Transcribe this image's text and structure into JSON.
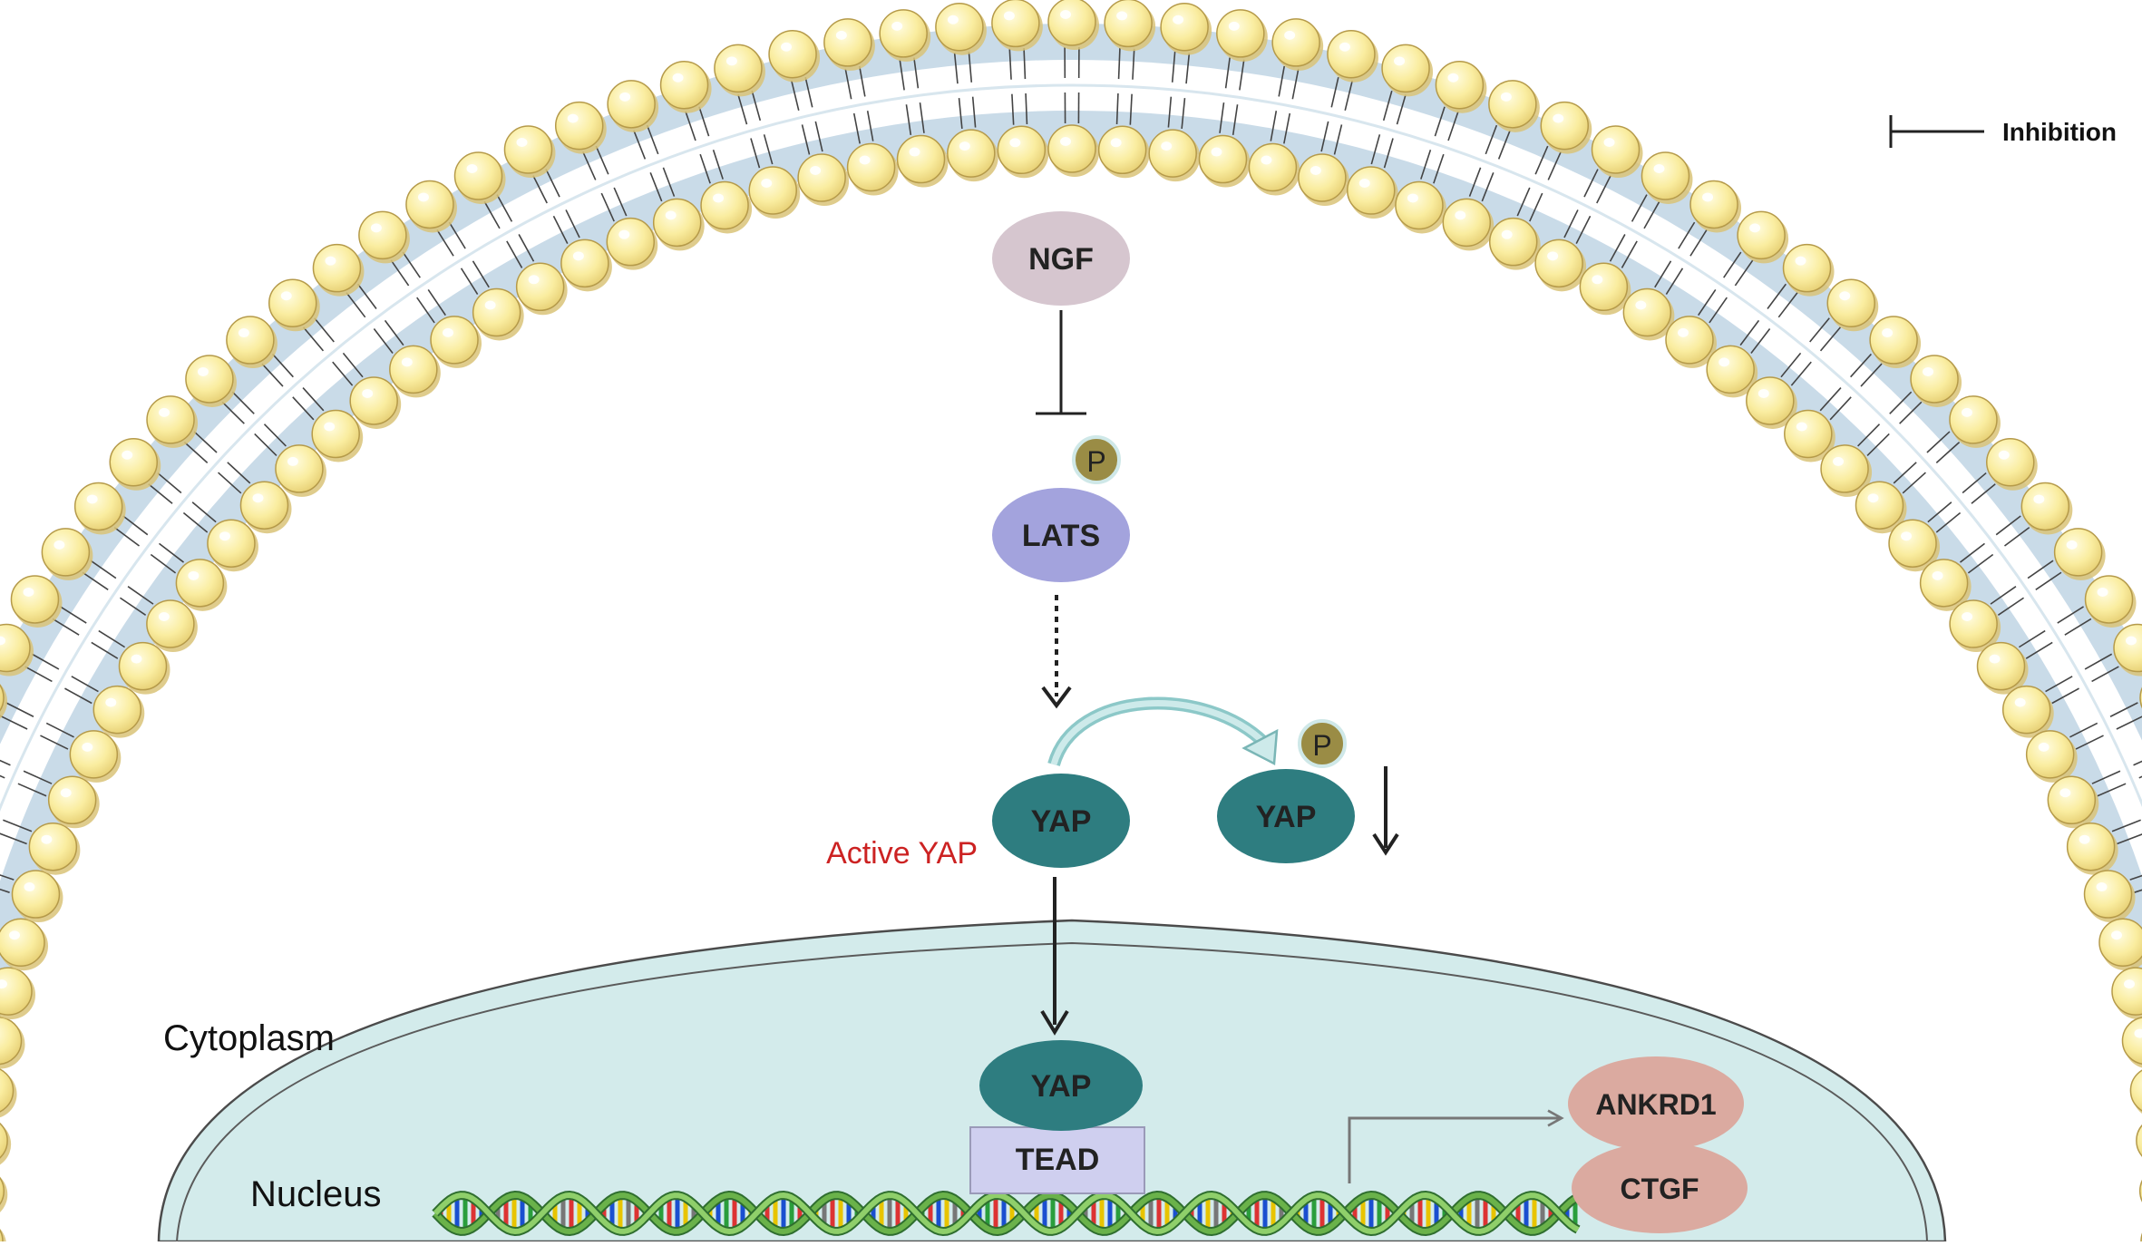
{
  "legend": {
    "inhibition_label": "Inhibition"
  },
  "regions": {
    "cytoplasm": "Cytoplasm",
    "nucleus": "Nucleus"
  },
  "nodes": {
    "ngf": "NGF",
    "lats": "LATS",
    "lats_phospho": "P",
    "yap_active": "YAP",
    "yap_active_label": "Active YAP",
    "yap_phospho": "YAP",
    "yap_phospho_tag": "P",
    "yap_nuclear": "YAP",
    "tead": "TEAD",
    "ankrd1": "ANKRD1",
    "ctgf": "CTGF"
  },
  "colors": {
    "ngf": "#d6c6cf",
    "lats": "#a3a3dd",
    "yap": "#2e7d80",
    "phospho": "#9a8c45",
    "tead": "#cfcfef",
    "target_gene": "#dbaaa0",
    "active_label": "#cc2222",
    "nucleus_fill": "#d3ebeb",
    "lipid_head": "#f9eda0",
    "lipid_edge": "#d0b454"
  }
}
